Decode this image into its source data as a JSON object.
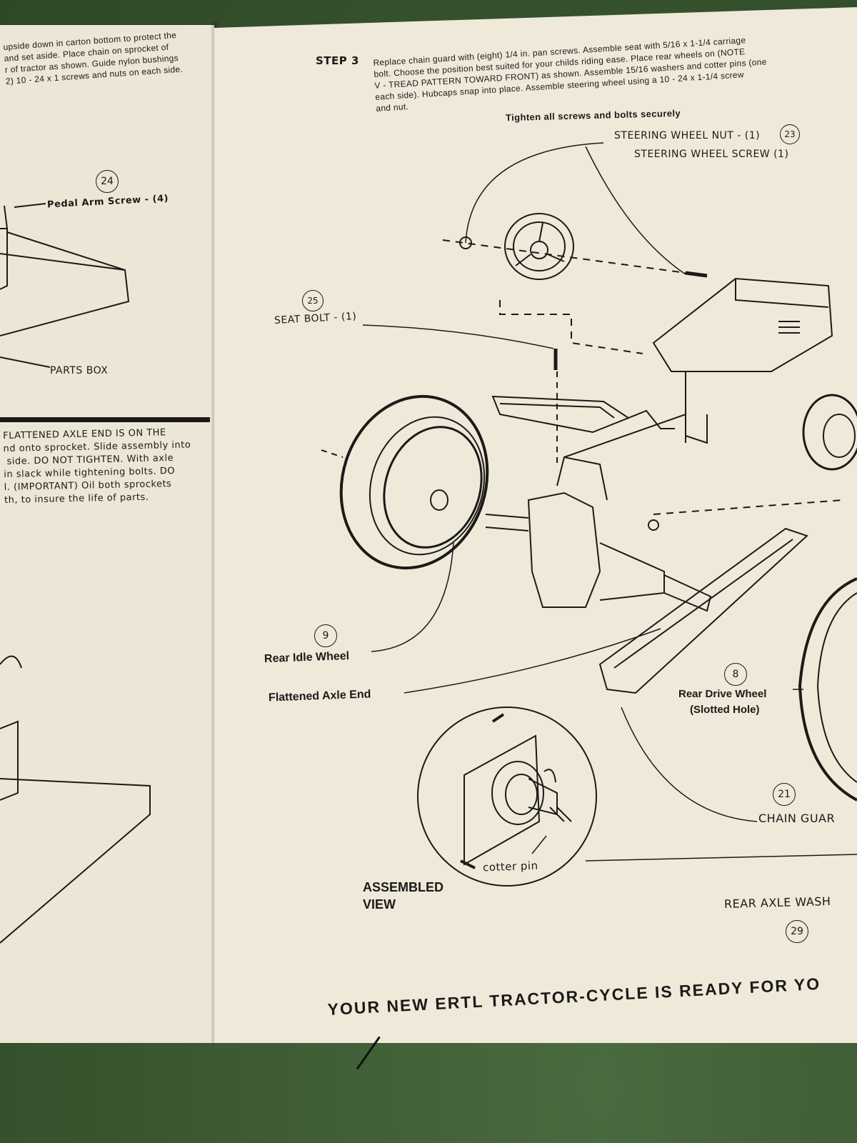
{
  "left_page": {
    "intro_lines": [
      "upside down in carton bottom to protect the",
      "and set aside. Place chain on sprocket of",
      "r of tractor as shown. Guide nylon bushings",
      "2) 10 - 24 x 1 screws and nuts on each side."
    ],
    "callout_24": "24",
    "pedal_arm_screw": "Pedal Arm Screw - (4)",
    "parts_box": "PARTS BOX",
    "body_lines": [
      "FLATTENED AXLE END IS ON THE",
      "nd onto sprocket. Slide assembly into",
      " side. DO NOT TIGHTEN. With axle",
      "in slack while tightening bolts. DO",
      "l. (IMPORTANT) Oil both sprockets",
      "th, to insure the life of parts."
    ]
  },
  "right_page": {
    "step_label": "STEP 3",
    "instruction_lines": [
      "Replace chain guard with (eight) 1/4 in. pan screws. Assemble seat with 5/16 x 1-1/4 carriage",
      "bolt. Choose the position best suited for your childs riding ease. Place rear wheels on (NOTE",
      "V - TREAD PATTERN TOWARD FRONT) as shown. Assemble 15/16 washers and cotter pins (one",
      "each side). Hubcaps snap into place. Assemble steering wheel using a 10 - 24 x 1-1/4 screw",
      "and nut."
    ],
    "tighten_note": "Tighten all screws and bolts securely",
    "steering_wheel_nut": "STEERING WHEEL NUT - (1)",
    "callout_23": "23",
    "steering_wheel_screw": "STEERING WHEEL SCREW (1)",
    "callout_25": "25",
    "seat_bolt": "SEAT BOLT - (1)",
    "callout_9": "9",
    "rear_idle_wheel": "Rear Idle Wheel",
    "flattened_axle_end": "Flattened Axle End",
    "callout_8": "8",
    "rear_drive_wheel_1": "Rear Drive Wheel",
    "rear_drive_wheel_2": "(Slotted Hole)",
    "callout_21": "21",
    "chain_guard": "CHAIN GUAR",
    "cotter_pin": "cotter pin",
    "assembled_view_1": "ASSEMBLED",
    "assembled_view_2": "VIEW",
    "rear_axle_washer": "REAR AXLE WASH",
    "callout_29": "29",
    "footer": "YOUR NEW ERTL TRACTOR-CYCLE IS READY FOR YO"
  }
}
